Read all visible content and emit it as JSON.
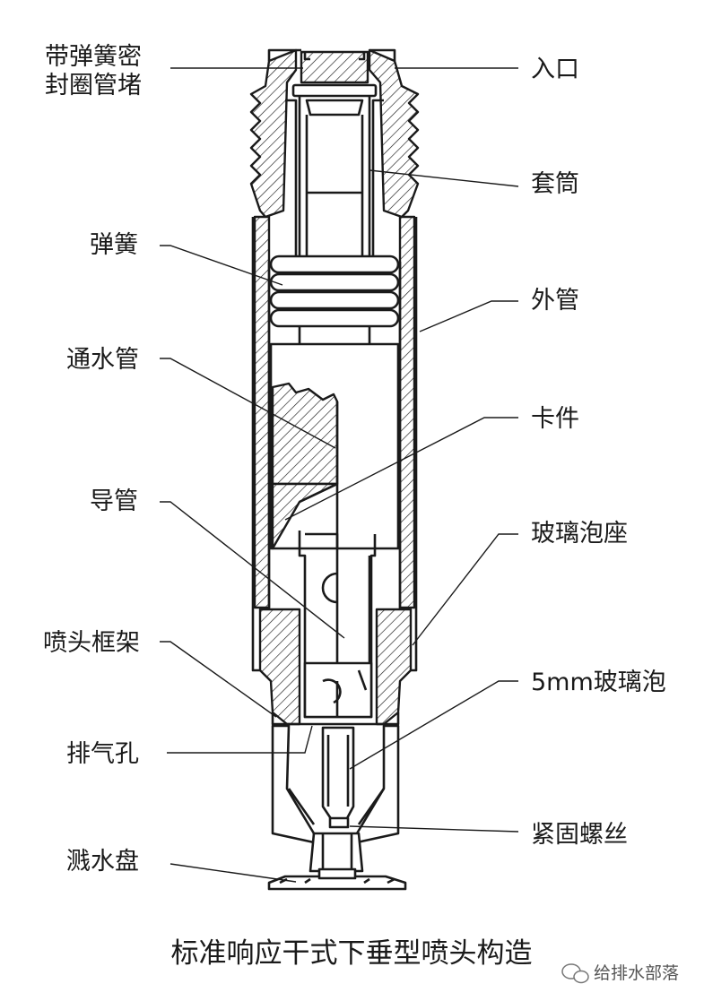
{
  "labels": {
    "plug": "带弹簧密\n封圈管堵",
    "inlet": "入口",
    "sleeve": "套筒",
    "spring": "弹簧",
    "outer_tube": "外管",
    "water_tube": "通水管",
    "clip": "卡件",
    "guide_tube": "导管",
    "bulb_seat": "玻璃泡座",
    "frame": "喷头框架",
    "bulb": "5mm玻璃泡",
    "vent": "排气孔",
    "set_screw": "紧固螺丝",
    "deflector": "溅水盘"
  },
  "caption": "标准响应干式下垂型喷头构造",
  "watermark": "给排水部落",
  "icons": {
    "watermark_icon": "wechat-bubble-icon"
  }
}
